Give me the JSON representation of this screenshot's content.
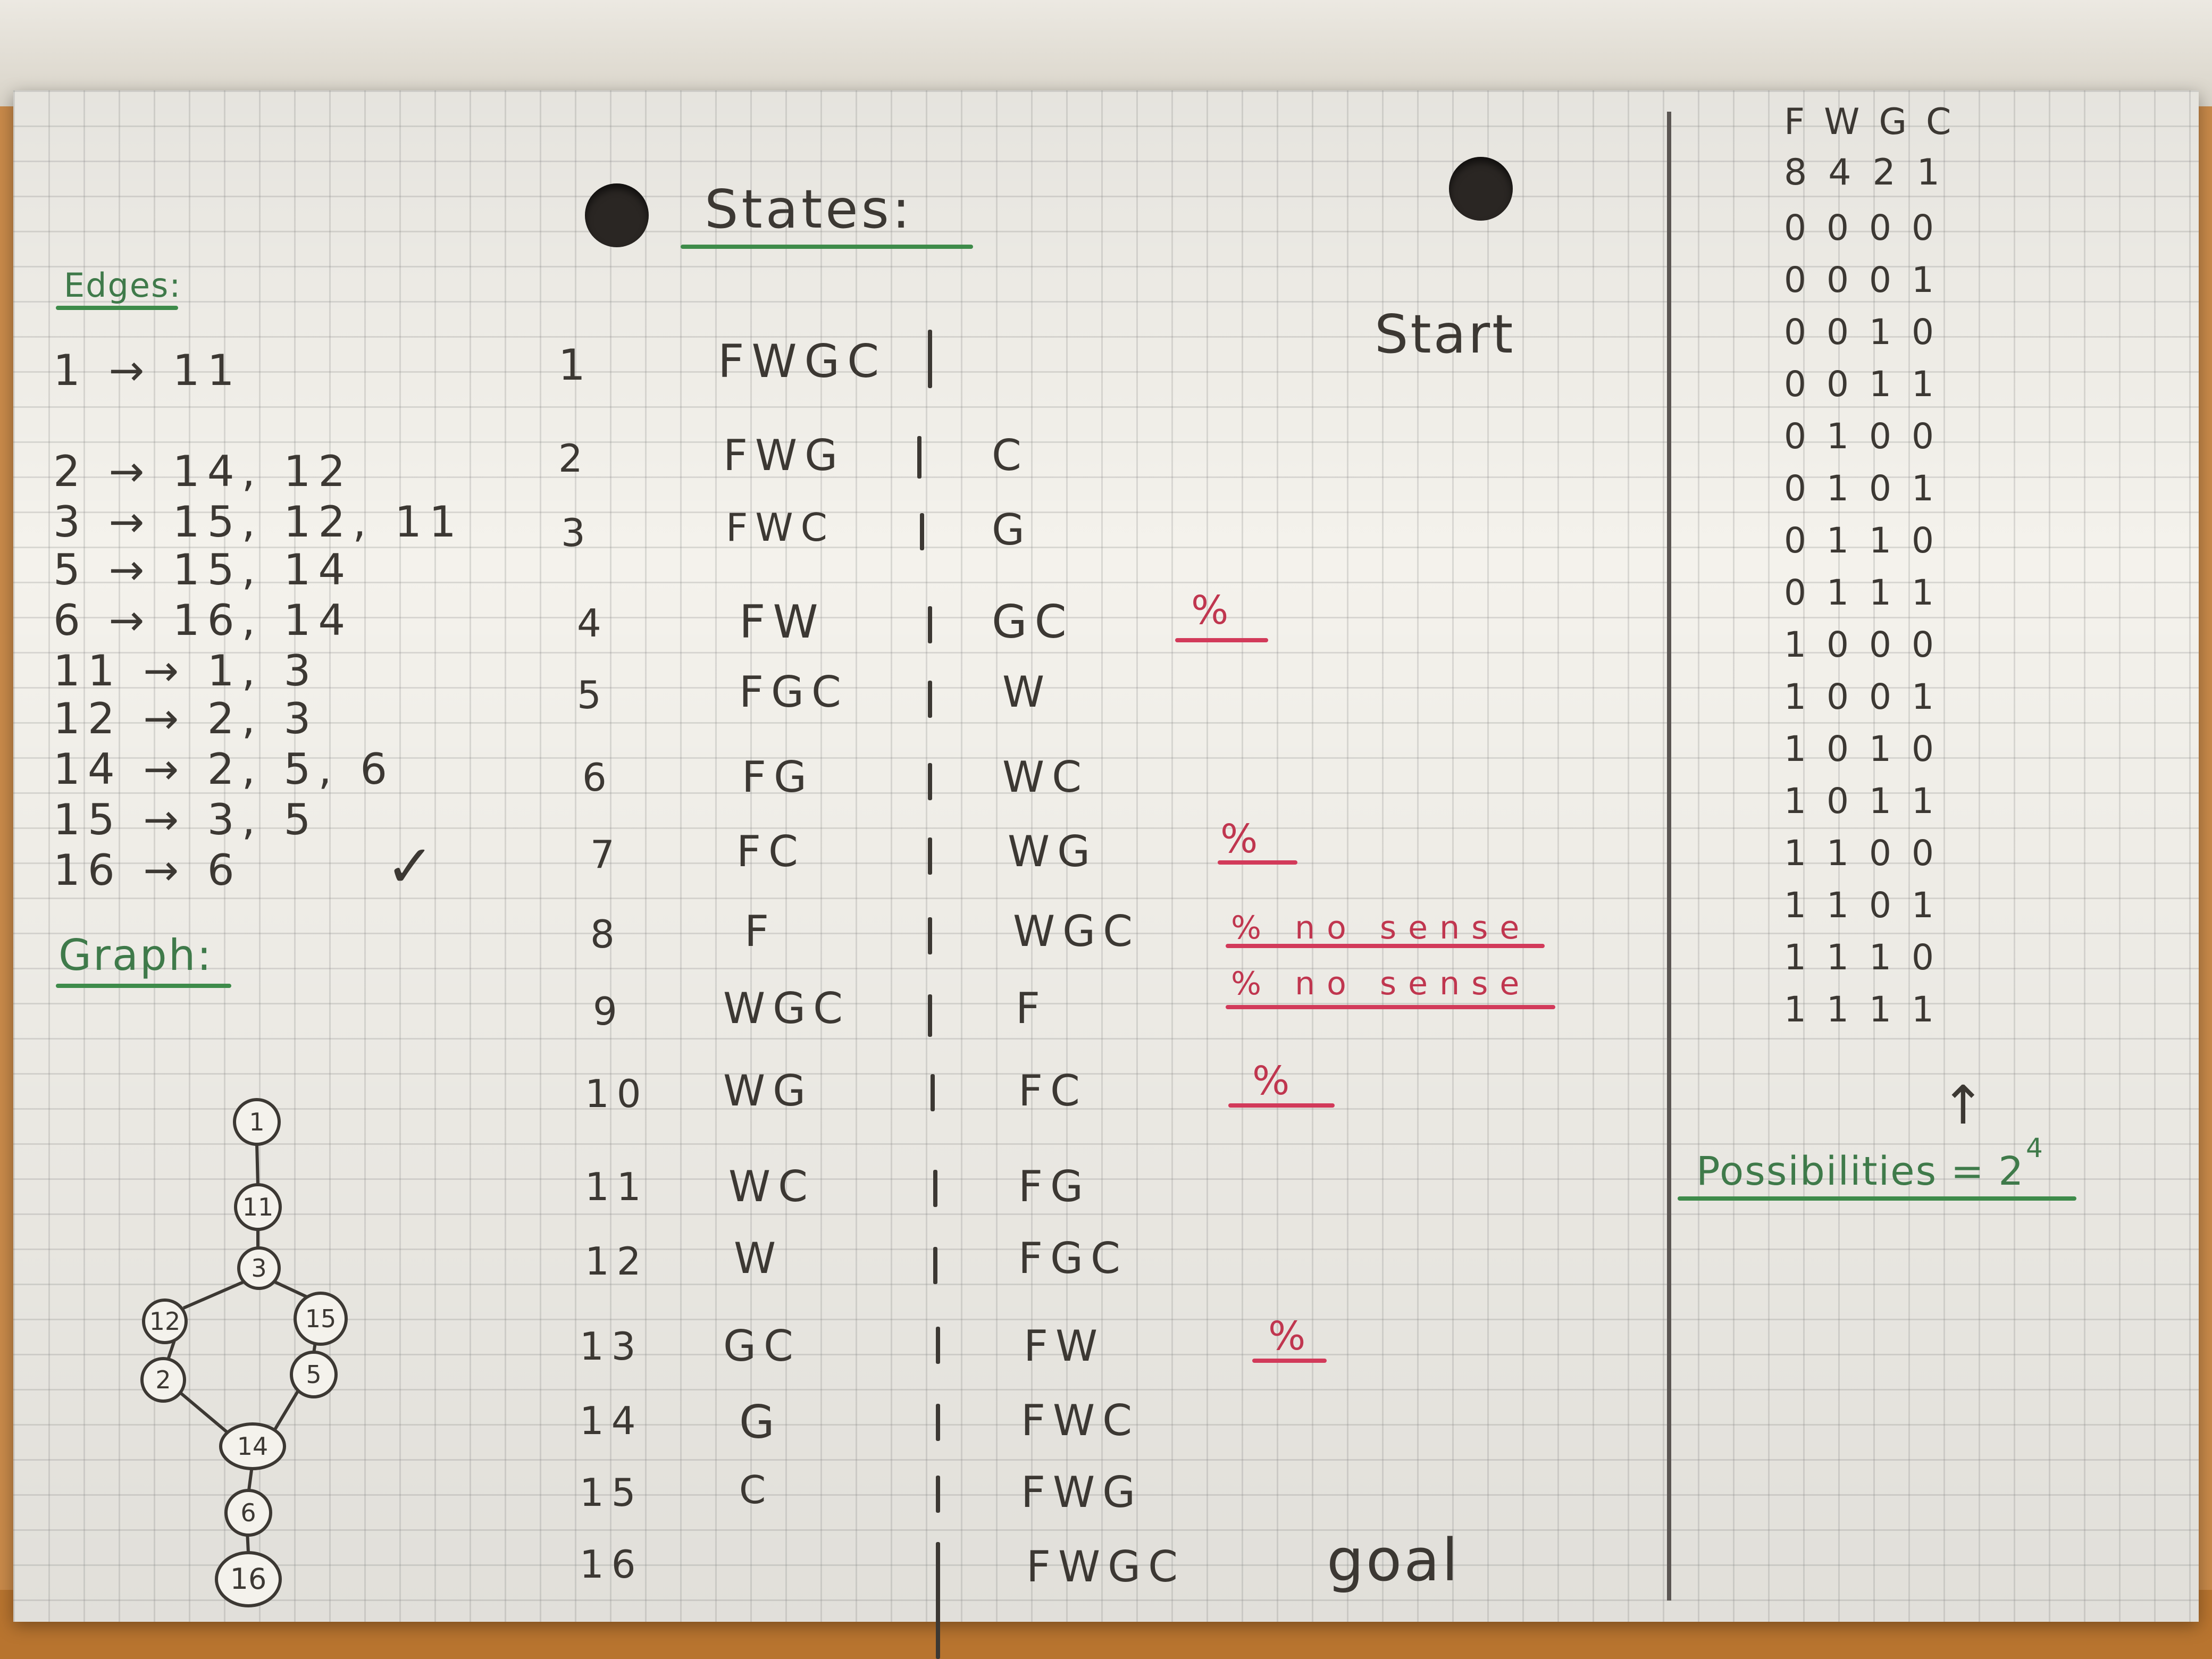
{
  "headings": {
    "states": "States:",
    "edges": "Edges:",
    "graph": "Graph:",
    "start": "Start",
    "goal": "goal",
    "possibilities": "Possibilities = 2",
    "exponent": "4",
    "arrow": "↑"
  },
  "edges": [
    "1 → 11",
    "2 → 14, 12",
    "3 → 15, 12, 11",
    "5 → 15, 14",
    "6 → 16, 14",
    "11 → 1, 3",
    "12 → 2, 3",
    "14 → 2, 5, 6",
    "15 → 3, 5",
    "16 → 6"
  ],
  "checkmark": "✓",
  "states": [
    {
      "num": "1",
      "left": "FWGC",
      "right": ""
    },
    {
      "num": "2",
      "left": "FWG",
      "right": "C"
    },
    {
      "num": "3",
      "left": "FWC",
      "right": "G"
    },
    {
      "num": "4",
      "left": "FW",
      "right": "GC",
      "note": "%"
    },
    {
      "num": "5",
      "left": "FGC",
      "right": "W"
    },
    {
      "num": "6",
      "left": "FG",
      "right": "WC"
    },
    {
      "num": "7",
      "left": "FC",
      "right": "WG",
      "note": "%"
    },
    {
      "num": "8",
      "left": "F",
      "right": "WGC",
      "note": "% no sense"
    },
    {
      "num": "9",
      "left": "WGC",
      "right": "F",
      "note": "% no sense"
    },
    {
      "num": "10",
      "left": "WG",
      "right": "FC",
      "note": "%"
    },
    {
      "num": "11",
      "left": "WC",
      "right": "FG"
    },
    {
      "num": "12",
      "left": "W",
      "right": "FGC"
    },
    {
      "num": "13",
      "left": "GC",
      "right": "FW",
      "note": "%"
    },
    {
      "num": "14",
      "left": "G",
      "right": "FWC"
    },
    {
      "num": "15",
      "left": "C",
      "right": "FWG"
    },
    {
      "num": "16",
      "left": "",
      "right": "FWGC"
    }
  ],
  "binary": {
    "header": "FWGC",
    "weights": "8421",
    "rows": [
      "0000",
      "0001",
      "0010",
      "0011",
      "0100",
      "0101",
      "0110",
      "0111",
      "1000",
      "1001",
      "1010",
      "1011",
      "1100",
      "1101",
      "1110",
      "1111"
    ]
  },
  "graph_nodes": [
    "1",
    "11",
    "3",
    "12",
    "15",
    "2",
    "5",
    "14",
    "6",
    "16"
  ]
}
